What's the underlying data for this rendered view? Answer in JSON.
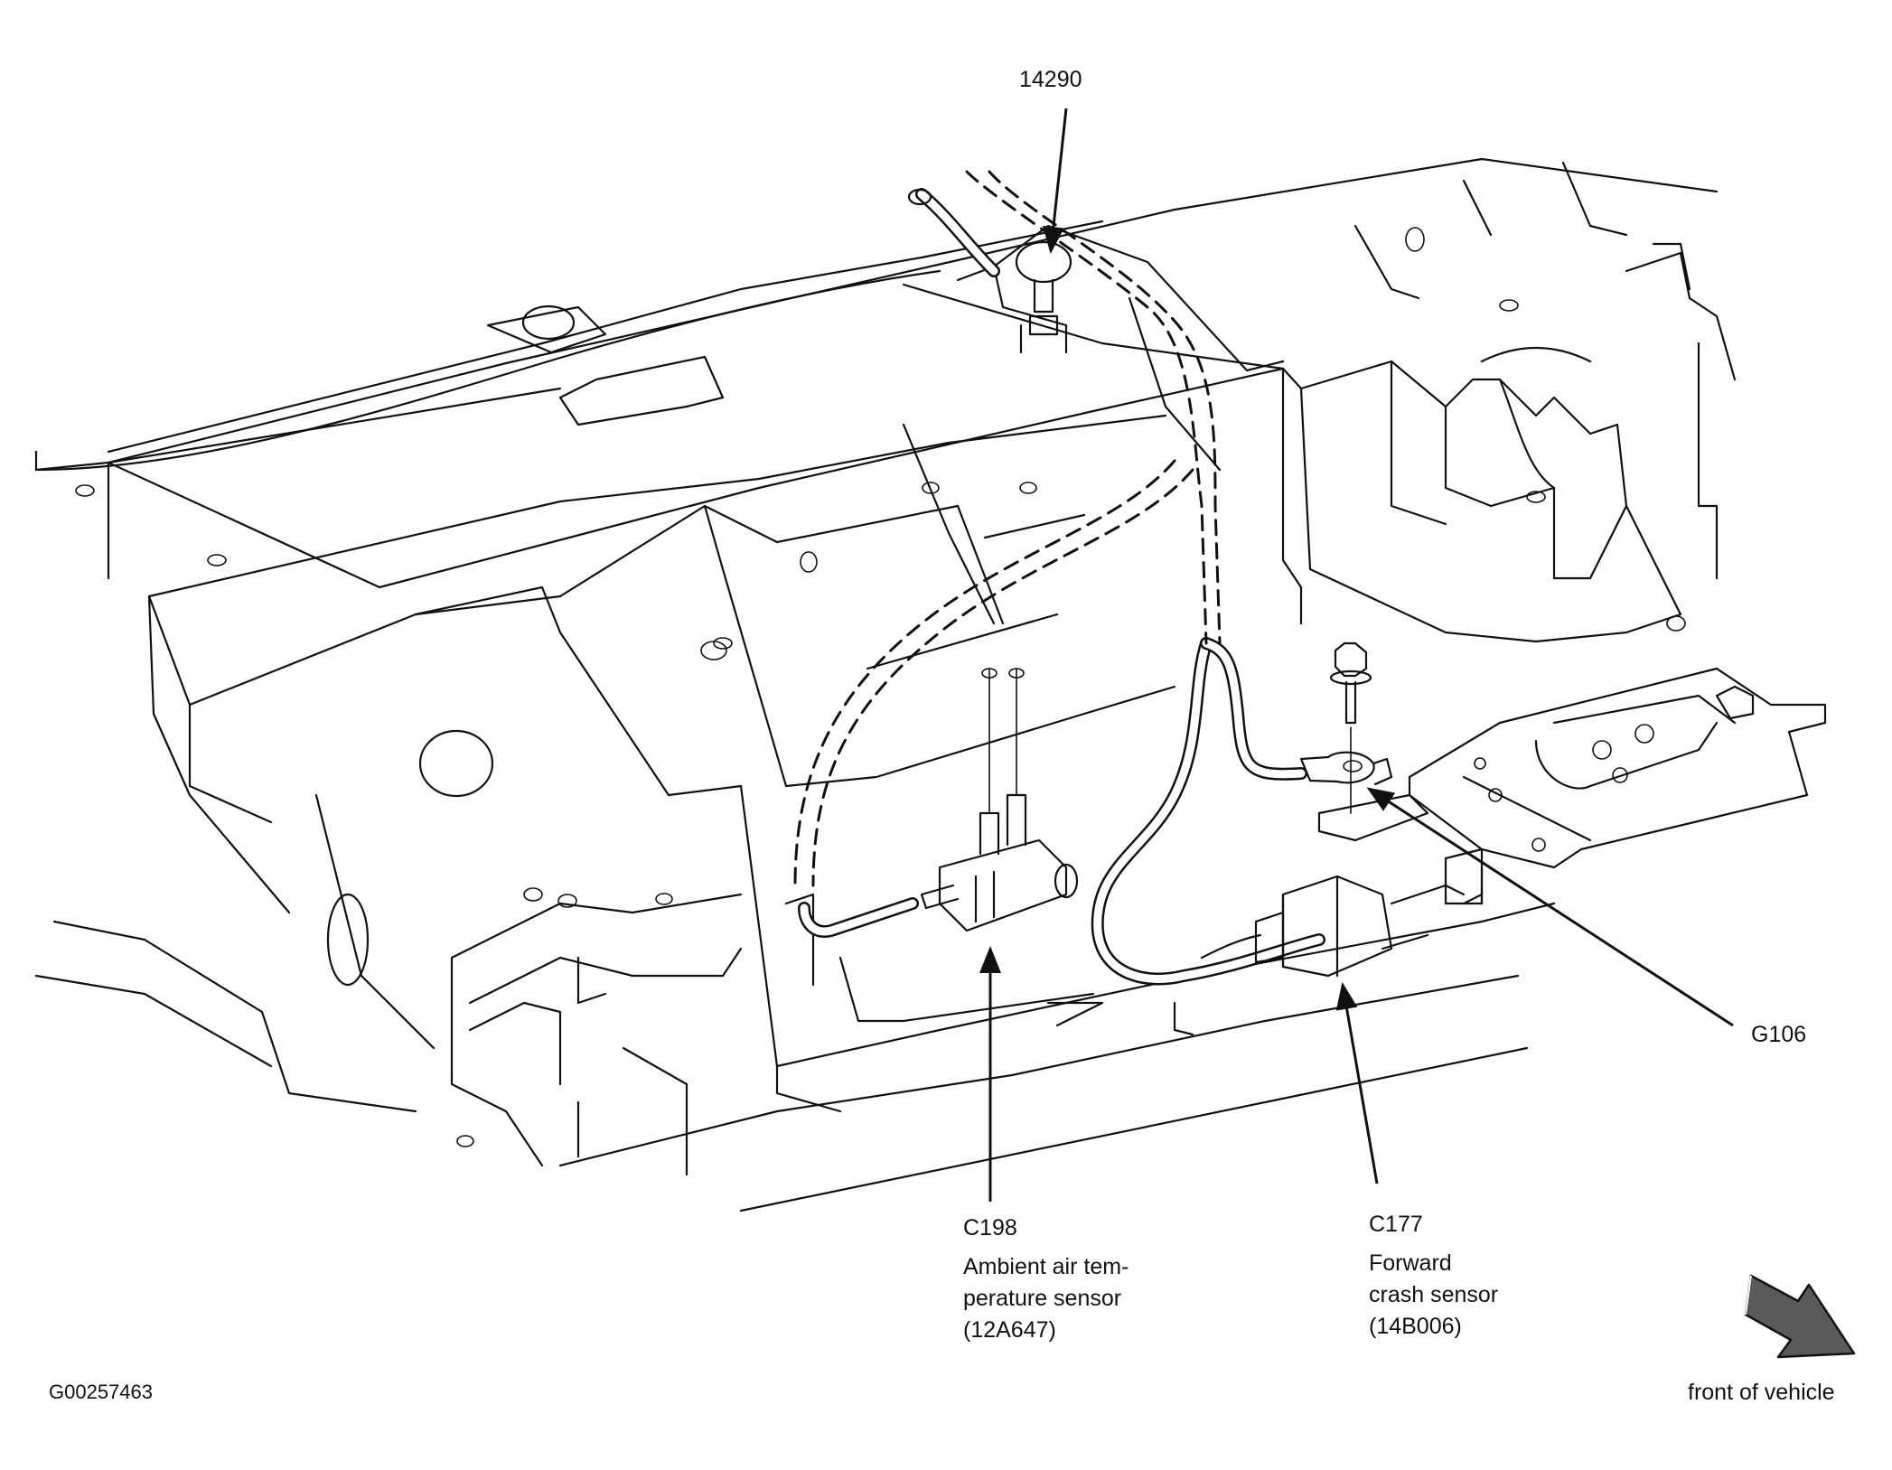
{
  "figure_id": "G00257463",
  "callouts": {
    "top_part": "14290",
    "ground": "G106",
    "c198": {
      "code": "C198",
      "line1": "Ambient air tem-",
      "line2": "perature sensor",
      "part": "(12A647)"
    },
    "c177": {
      "code": "C177",
      "line1": "Forward",
      "line2": "crash sensor",
      "part": "(14B006)"
    }
  },
  "direction": {
    "label": "front of vehicle",
    "icon": "direction-arrow-icon"
  },
  "colors": {
    "line": "#111111",
    "arrow_fill": "#5a5a5a",
    "background": "#ffffff"
  }
}
